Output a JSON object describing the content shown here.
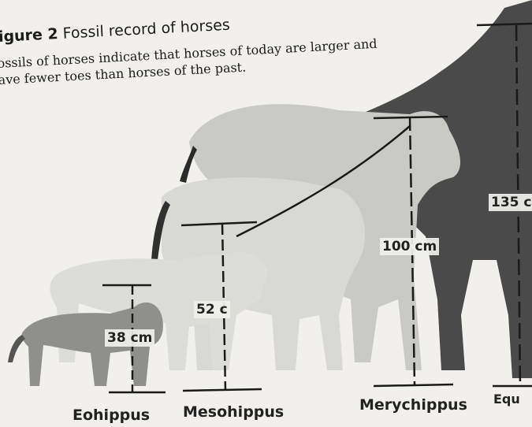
{
  "figure": {
    "title_prefix": "igure 2",
    "title_text": "Fossil record of horses",
    "caption_lines": [
      "ossils of horses indicate that horses of today are larger and",
      "ave fewer toes than horses of the past."
    ]
  },
  "heights": {
    "eohippus": "38 cm",
    "mesohippus": "52 c",
    "merychippus": "100 cm",
    "equus": "135 c"
  },
  "names": {
    "eohippus": "Eohippus",
    "mesohippus": "Mesohippus",
    "merychippus": "Merychippus",
    "equus": "Equ"
  },
  "colors": {
    "background": "#f1f0ec",
    "text": "#1b1b1b",
    "measure_line": "#1a1a1a",
    "equus_body": "#4a4a4a",
    "merychippus_body": "#c9c9c6",
    "mesohippus_body": "#d8d8d4",
    "eohippus_body": "#8f8f8c"
  }
}
